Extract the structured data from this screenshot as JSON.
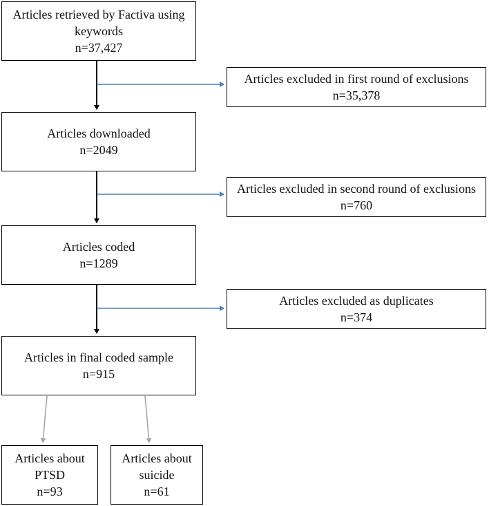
{
  "nodes": {
    "retrieved": {
      "label": "Articles retrieved by Factiva using keywords",
      "count": "n=37,427"
    },
    "excluded_first": {
      "label": "Articles excluded in first round of exclusions",
      "count": "n=35,378"
    },
    "downloaded": {
      "label": "Articles downloaded",
      "count": "n=2049"
    },
    "excluded_second": {
      "label": "Articles excluded in second round of exclusions",
      "count": "n=760"
    },
    "coded": {
      "label": "Articles coded",
      "count": "n=1289"
    },
    "excluded_duplicates": {
      "label": "Articles excluded as duplicates",
      "count": "n=374"
    },
    "final_sample": {
      "label": "Articles in final coded sample",
      "count": "n=915"
    },
    "about_ptsd": {
      "label": "Articles about PTSD",
      "count": "n=93"
    },
    "about_suicide": {
      "label": "Articles about suicide",
      "count": "n=61"
    }
  },
  "colors": {
    "main_arrow": "#000000",
    "exclusion_arrow": "#4a7ebb",
    "split_arrow": "#a6a6a6"
  }
}
